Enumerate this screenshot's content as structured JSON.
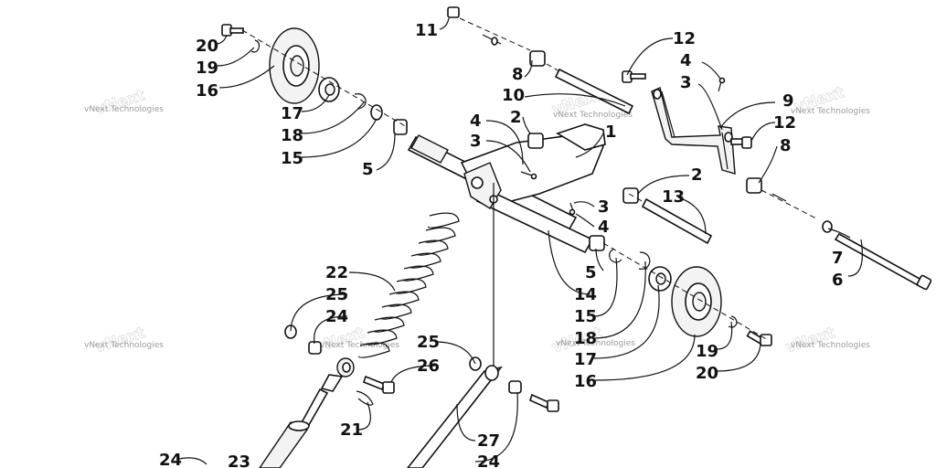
{
  "watermark": "vNext Technologies",
  "callouts": {
    "c1": "1",
    "c2a": "2",
    "c2b": "2",
    "c3a": "3",
    "c3b": "3",
    "c3c": "3",
    "c4a": "4",
    "c4b": "4",
    "c4c": "4",
    "c5a": "5",
    "c5b": "5",
    "c6": "6",
    "c7": "7",
    "c8a": "8",
    "c8b": "8",
    "c9": "9",
    "c10": "10",
    "c11": "11",
    "c12a": "12",
    "c12b": "12",
    "c13": "13",
    "c14": "14",
    "c15a": "15",
    "c15b": "15",
    "c16a": "16",
    "c16b": "16",
    "c17a": "17",
    "c17b": "17",
    "c18a": "18",
    "c18b": "18",
    "c19a": "19",
    "c19b": "19",
    "c20a": "20",
    "c20b": "20",
    "c21": "21",
    "c22": "22",
    "c23": "23",
    "c24a": "24",
    "c24b": "24",
    "c24c": "24",
    "c25a": "25",
    "c25b": "25",
    "c26": "26",
    "c27": "27"
  }
}
